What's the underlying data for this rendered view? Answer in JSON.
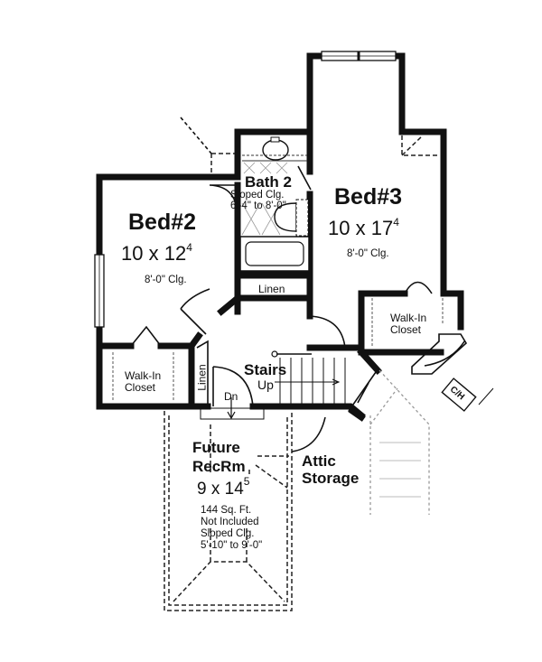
{
  "floor_plan": {
    "rooms": [
      {
        "id": "bed2",
        "name": "Bed#2",
        "width": "10",
        "length": "12",
        "length_sup": "4",
        "note": "8'-0\" Clg."
      },
      {
        "id": "bed3",
        "name": "Bed#3",
        "width": "10",
        "length": "17",
        "length_sup": "4",
        "note": "8'-0\" Clg."
      },
      {
        "id": "bath2",
        "name": "Bath 2",
        "note_line1": "Sloped Clg.",
        "note_line2": "6'-4\" to 8'-0\""
      },
      {
        "id": "linen_bath",
        "name": "Linen"
      },
      {
        "id": "linen_hall",
        "name": "Linen"
      },
      {
        "id": "wic_left",
        "line1": "Walk-In",
        "line2": "Closet"
      },
      {
        "id": "wic_right",
        "line1": "Walk-In",
        "line2": "Closet"
      },
      {
        "id": "stairs",
        "line1": "Stairs",
        "line2": "Up"
      },
      {
        "id": "stair_down",
        "name": "Dn"
      },
      {
        "id": "recroom",
        "line1": "Future",
        "line2": "RecRm",
        "width": "9",
        "length": "14",
        "length_sup": "5",
        "notes": [
          "144 Sq. Ft.",
          "Not Included",
          "Sloped Clg.",
          "5'-10\" to 9'-0\""
        ]
      },
      {
        "id": "attic",
        "line1": "Attic",
        "line2": "Storage"
      },
      {
        "id": "ch",
        "name": "C/H"
      }
    ],
    "dimension_separator": "x"
  }
}
